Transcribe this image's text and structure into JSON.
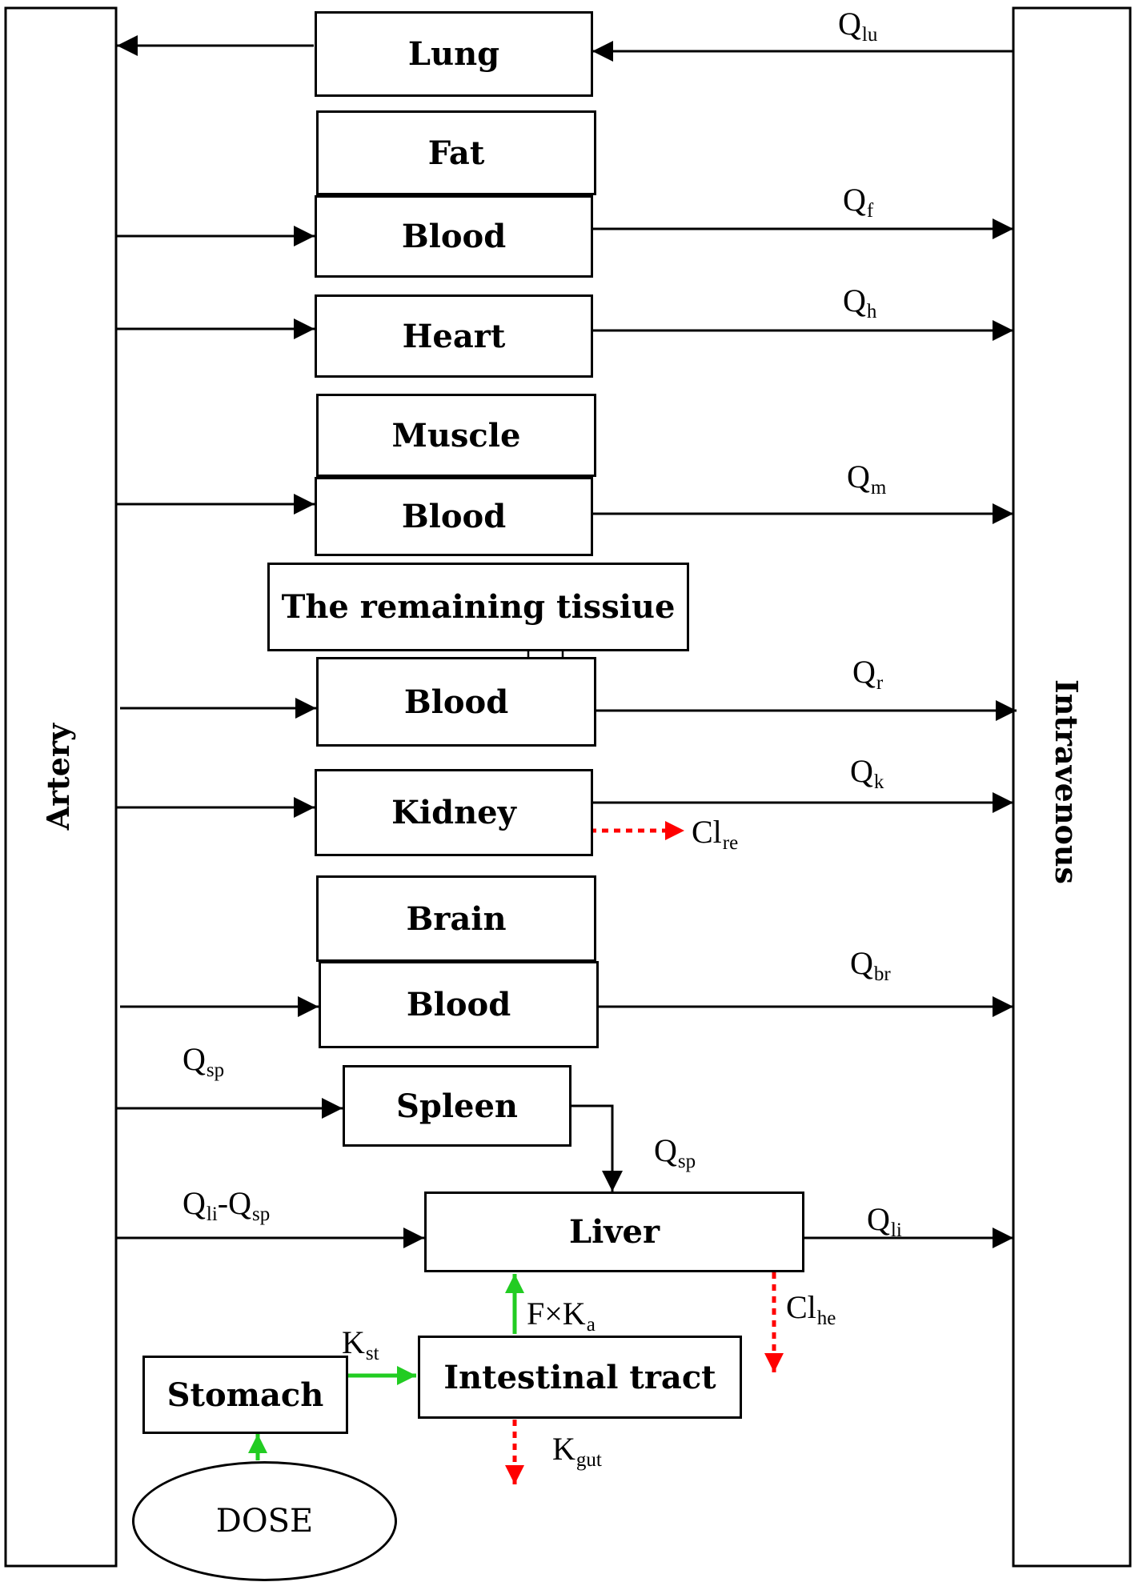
{
  "columns": {
    "artery": "Artery",
    "intravenous": "Intravenous"
  },
  "compartments": {
    "lung": "Lung",
    "fat": "Fat",
    "fat_blood": "Blood",
    "heart": "Heart",
    "muscle": "Muscle",
    "muscle_blood": "Blood",
    "remaining": "The remaining tissiue",
    "remaining_blood": "Blood",
    "kidney": "Kidney",
    "brain": "Brain",
    "brain_blood": "Blood",
    "spleen": "Spleen",
    "liver": "Liver",
    "stomach": "Stomach",
    "intestinal": "Intestinal tract",
    "dose": "DOSE"
  },
  "flows": {
    "q_lung": {
      "base": "Q",
      "sub": "lu"
    },
    "q_fat": {
      "base": "Q",
      "sub": "f"
    },
    "q_heart": {
      "base": "Q",
      "sub": "h"
    },
    "q_muscle": {
      "base": "Q",
      "sub": "m"
    },
    "q_remaining": {
      "base": "Q",
      "sub": "r"
    },
    "q_kidney": {
      "base": "Q",
      "sub": "k"
    },
    "q_brain": {
      "base": "Q",
      "sub": "br"
    },
    "q_spleen_in": {
      "base": "Q",
      "sub": "sp"
    },
    "q_spleen_out": {
      "base": "Q",
      "sub": "sp"
    },
    "q_liver_in_a": {
      "base": "Q",
      "sub": "li"
    },
    "q_liver_in_dash": "-",
    "q_liver_in_b": {
      "base": "Q",
      "sub": "sp"
    },
    "q_liver": {
      "base": "Q",
      "sub": "li"
    },
    "cl_renal": {
      "base": "Cl",
      "sub": "re"
    },
    "cl_hepatic": {
      "base": "Cl",
      "sub": "he"
    },
    "k_stomach": {
      "base": "K",
      "sub": "st"
    },
    "k_absorb": {
      "base": "F×K",
      "sub": "a"
    },
    "k_gut": {
      "base": "K",
      "sub": "gut"
    }
  },
  "colors": {
    "line": "#000000",
    "absorption": "#22cc22",
    "elimination": "#ff0000"
  }
}
